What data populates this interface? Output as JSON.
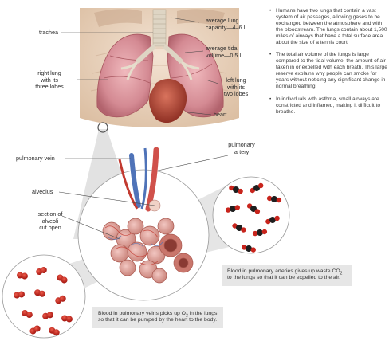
{
  "labels": {
    "trachea": "trachea",
    "lung_capacity": "average lung\ncapacity—4–6 L",
    "tidal_volume": "average tidal\nvolume—0.5 L",
    "right_lung": "right lung\nwith its\nthree lobes",
    "left_lung": "left lung\nwith its\ntwo lobes",
    "heart": "heart",
    "pulmonary_vein": "pulmonary vein",
    "pulmonary_artery": "pulmonary\nartery",
    "alveolus": "alveolus",
    "section_alveoli": "section of\nalveoli\ncut open"
  },
  "bullets": [
    "Humans have two lungs that contain a vast system of air passages, allowing gases to be exchanged between the atmosphere and with the bloodstream. The lungs contain about 1,500 miles of airways that have a total surface area about the size of a tennis court.",
    "The total air volume of the lungs is large compared to the tidal volume, the amount of air taken in or expelled with each breath. This large reserve explains why people can smoke for years without noticing any significant change in normal breathing.",
    "In individuals with asthma, small airways are constricted and inflamed, making it difficult to breathe."
  ],
  "bullet_glyph": "•",
  "captions": {
    "arteries_a": "Blood in pulmonary arteries gives up waste CO",
    "arteries_sub": "2",
    "arteries_b": " to the lungs so that it can be expelled to the air.",
    "veins_a": "Blood in pulmonary veins picks up O",
    "veins_sub": "2",
    "veins_b": " in the lungs so that it can be pumped by the heart to the body."
  },
  "colors": {
    "lung": "#d9929a",
    "lung_dark": "#b8646e",
    "trachea": "#d9d2c4",
    "heart": "#b54a3a",
    "vessel_blue": "#4f73b8",
    "vessel_red": "#c23a30",
    "rbc": "#cc2a22",
    "co2_black": "#1e1e1e",
    "caption_bg": "#e6e6e6",
    "skin": "#ecd8c3"
  }
}
